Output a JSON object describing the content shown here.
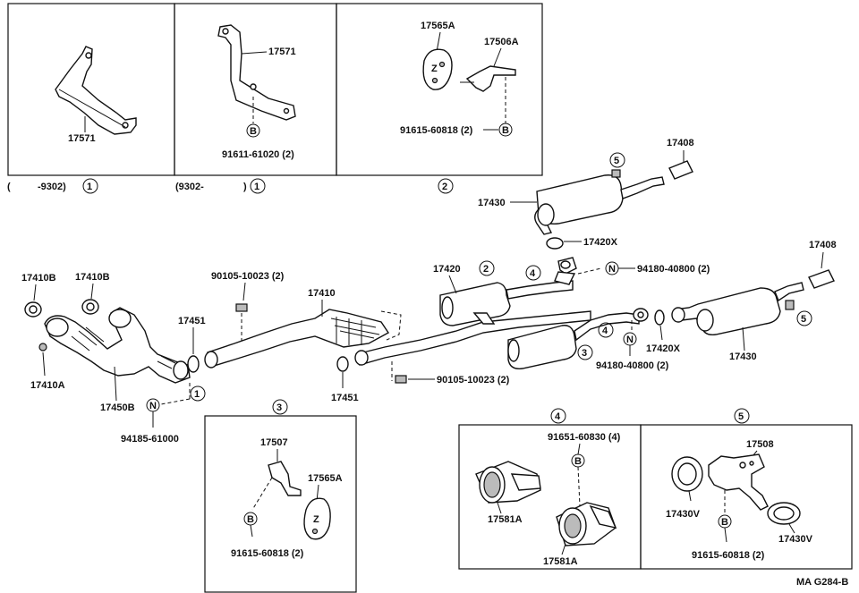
{
  "diagram": {
    "box_top1": {
      "part": "17571",
      "range": "-9302)",
      "ref": "1"
    },
    "box_top2": {
      "part": "17571",
      "bolt": "91611-61020 (2)",
      "bolt_mark": "B",
      "range": "(9302-",
      "ref": "1"
    },
    "box_top3": {
      "hanger": "17565A",
      "bracket": "17506A",
      "bolt": "91615-60818 (2)",
      "bolt_mark": "B",
      "ref": "2"
    },
    "main_parts": {
      "gasket_left1": "17410B",
      "gasket_left2": "17410B",
      "stud_left": "17410A",
      "manifold_converter": "17450B",
      "nut_left": "94185-61000",
      "nut_left_mark": "N",
      "ref1_left": "1",
      "gasket_front": "17451",
      "bolt_front": "90105-10023 (2)",
      "front_pipe": "17410",
      "gasket_mid": "17451",
      "bolt_mid": "90105-10023 (2)",
      "center_pipe": "17420",
      "ref2_center": "2",
      "ref4_center": "4",
      "ref3_center": "3",
      "ref4_lower": "4",
      "nut_upper": "94180-40800 (2)",
      "nut_upper_mark": "N",
      "nut_lower": "94180-40800 (2)",
      "nut_lower_mark": "N",
      "gasket_rear_lower": "17420X",
      "tail_upper": "17430",
      "tail_upper_ref": "5",
      "tip_upper": "17408",
      "gasket_rear_upper": "17420X",
      "tail_lower": "17430",
      "tail_lower_ref": "5",
      "tip_lower": "17408"
    },
    "box_b3": {
      "ref": "3",
      "bracket": "17507",
      "hanger": "17565A",
      "bolt": "91615-60818 (2)",
      "bolt_mark": "B"
    },
    "box_b4": {
      "ref": "4",
      "bolt": "91651-60830 (4)",
      "bolt_mark": "B",
      "hanger1": "17581A",
      "hanger2": "17581A"
    },
    "box_b5": {
      "ref": "5",
      "bracket": "17508",
      "ring1": "17430V",
      "ring2": "17430V",
      "bolt": "91615-60818 (2)",
      "bolt_mark": "B"
    },
    "figure_code": "MA G284-B"
  }
}
